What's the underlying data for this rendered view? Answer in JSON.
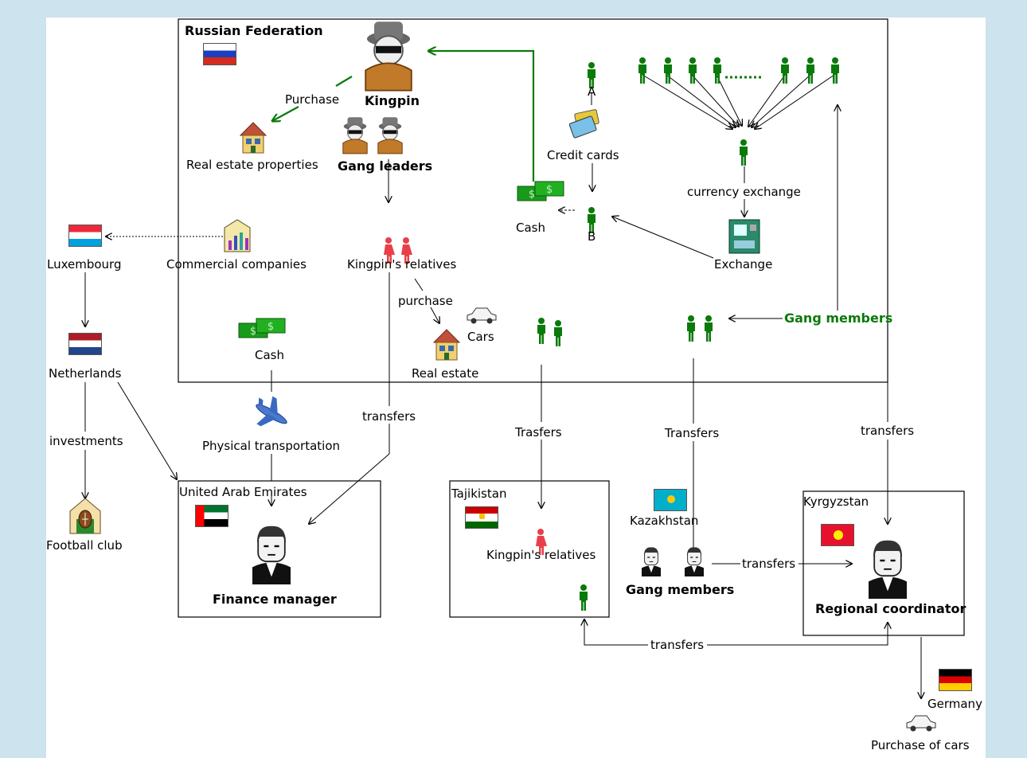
{
  "regions": {
    "russia": "Russian Federation",
    "uae": "United Arab Emirates",
    "tajikistan": "Tajikistan",
    "kyrgyzstan": "Kyrgyzstan",
    "kazakhstan": "Kazakhstan",
    "luxembourg": "Luxembourg",
    "netherlands": "Netherlands",
    "germany": "Germany"
  },
  "actors": {
    "kingpin": "Kingpin",
    "gang_leaders": "Gang leaders",
    "relatives": "Kingpin's relatives",
    "relatives_tj": "Kingpin's relatives",
    "gang_members": "Gang members",
    "gang_members_kz": "Gang members",
    "finance_manager": "Finance manager",
    "regional_coordinator": "Regional coordinator",
    "person_a": "A",
    "person_b": "B"
  },
  "assets": {
    "real_estate_properties": "Real estate properties",
    "commercial_companies": "Commercial companies",
    "credit_cards": "Credit cards",
    "cash_top": "Cash",
    "cash_mid": "Cash",
    "currency_exchange": "currency exchange",
    "exchange": "Exchange",
    "cars": "Cars",
    "real_estate": "Real estate",
    "football_club": "Football club",
    "purchase_of_cars": "Purchase of cars",
    "physical_transportation": "Physical transportation"
  },
  "flows": {
    "purchase": "Purchase",
    "purchase_lower": "purchase",
    "investments": "investments",
    "transfers_1": "transfers",
    "trasfers": "Trasfers",
    "transfers_cap": "Transfers",
    "transfers_2": "transfers",
    "transfers_kz": "transfers",
    "transfers_bottom": "transfers"
  },
  "colors": {
    "green": "#0a7a0a",
    "red": "#e8404a",
    "background": "#cde3ee"
  }
}
